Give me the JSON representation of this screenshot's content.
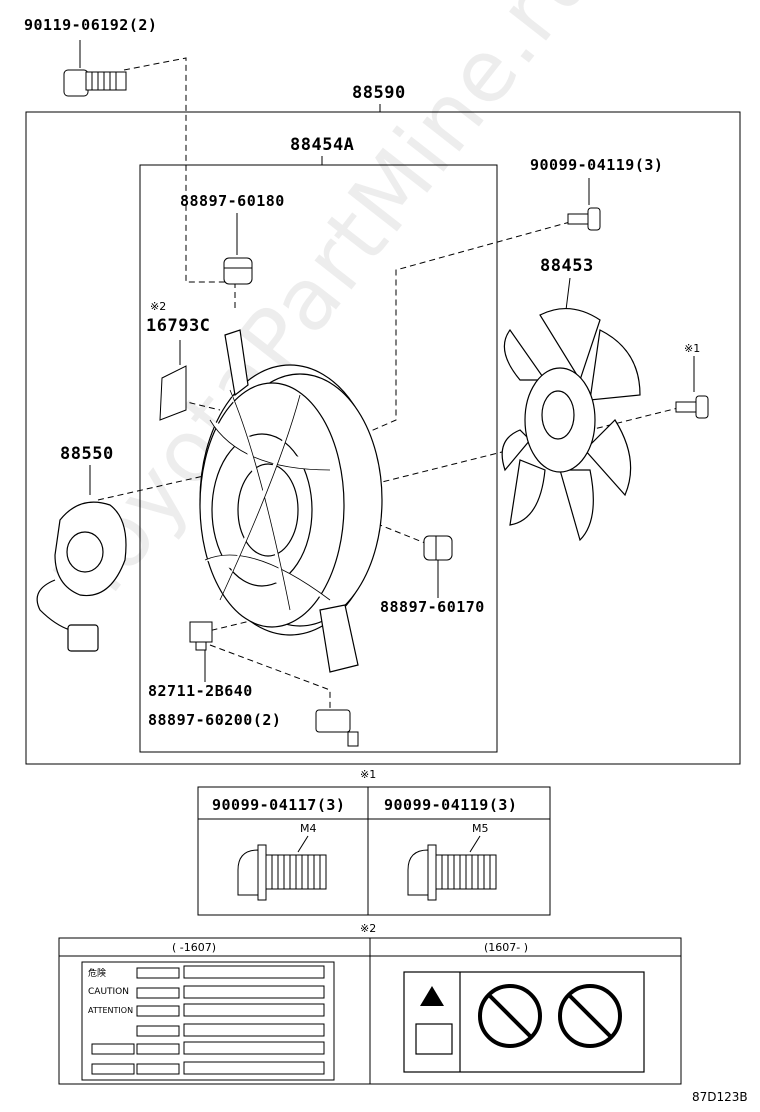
{
  "labels": {
    "bolt_top": "90119-06192(2)",
    "assembly": "88590",
    "shroud": "88454A",
    "grommet_upper": "88897-60180",
    "screw_fan": "90099-04119(3)",
    "fan": "88453",
    "note2_marker": "※2",
    "label_part": "16793C",
    "note1_marker_small": "※1",
    "motor": "88550",
    "grommet_lower": "88897-60170",
    "connector": "82711-2B640",
    "clip": "88897-60200(2)"
  },
  "table1": {
    "marker": "※1",
    "col1_part": "90099-04117(3)",
    "col2_part": "90099-04119(3)",
    "col1_size": "M4",
    "col2_size": "M5"
  },
  "table2": {
    "marker": "※2",
    "col1_header": "(    -1607)",
    "col2_header": "(1607-    )",
    "warning_lines": [
      "危険",
      "CAUTION",
      "ATTENTION"
    ]
  },
  "footer": {
    "code": "87D123B"
  },
  "watermark": "ToyotaPartMine.ru"
}
